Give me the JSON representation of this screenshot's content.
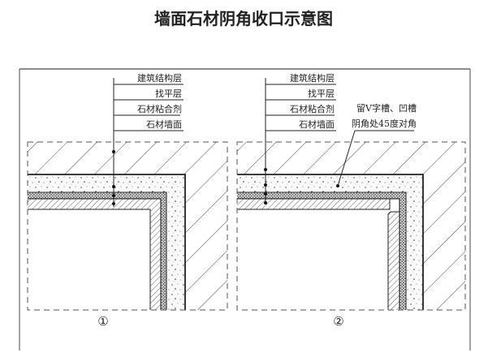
{
  "title": "墙面石材阴角收口示意图",
  "layers": [
    "建筑结构层",
    "找平层",
    "石材粘合剂",
    "石材墙面"
  ],
  "annotation": [
    "留V字槽、凹槽",
    "阴角处45度对角"
  ],
  "panels": [
    "①",
    "②"
  ],
  "colors": {
    "line": "#222222",
    "background": "#ffffff",
    "frame": "#888888"
  }
}
